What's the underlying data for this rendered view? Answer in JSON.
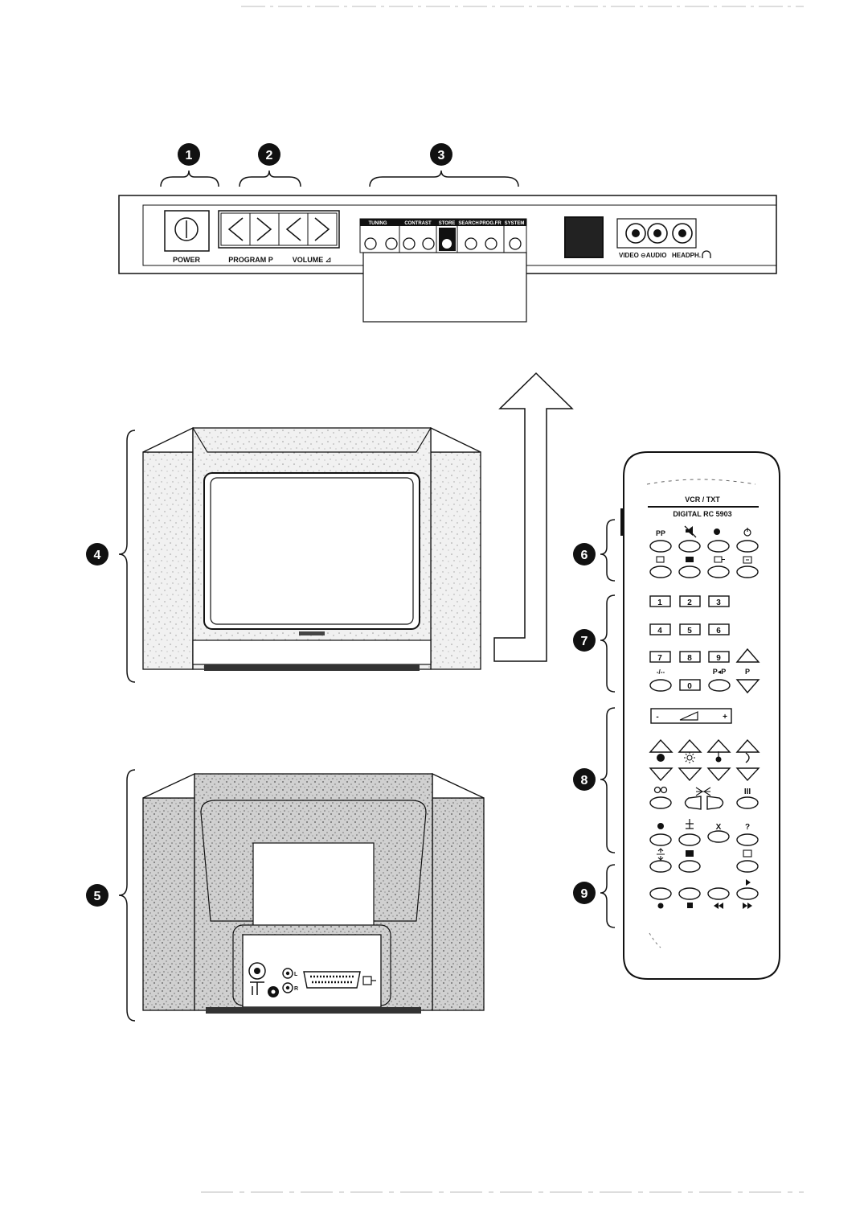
{
  "callouts": [
    "1",
    "2",
    "3",
    "4",
    "5",
    "6",
    "7",
    "8",
    "9"
  ],
  "front_panel": {
    "labels": {
      "power": "POWER",
      "program": "PROGRAM P",
      "volume": "VOLUME ⊿",
      "video": "VIDEO",
      "audio": "⊖AUDIO",
      "headphones": "HEADPH."
    },
    "control_groups": [
      "TUNING",
      "CONTRAST",
      "STORE",
      "SEARCH",
      "PROG.FR",
      "SYSTEM"
    ]
  },
  "rear_panel": {
    "audio_inputs": [
      "L",
      "R"
    ]
  },
  "remote": {
    "header": "VCR / TXT",
    "model": "DIGITAL RC 5903",
    "pp_label": "PP",
    "digits": [
      "1",
      "2",
      "3",
      "4",
      "5",
      "6",
      "7",
      "8",
      "9",
      "0"
    ],
    "dash_label": "-/--",
    "pp_swap_label": "P◂P",
    "p_label": "P",
    "volume_bar": {
      "minus": "-",
      "plus": "+"
    },
    "tv_label": "III",
    "x_label": "X",
    "question_label": "?"
  },
  "colors": {
    "ink": "#111111",
    "paper": "#ffffff",
    "speckle": "#d9d9d9"
  }
}
